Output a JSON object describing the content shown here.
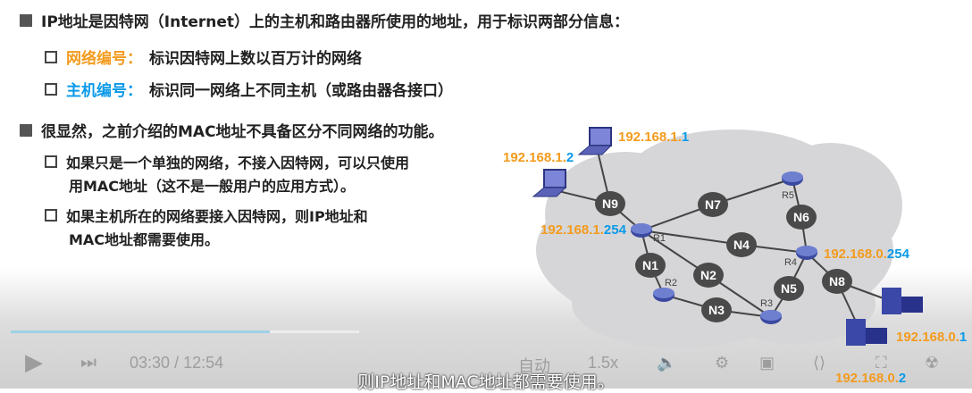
{
  "slide": {
    "bullet1": "IP地址是因特网（Internet）上的主机和路由器所使用的地址，用于标识两部分信息：",
    "sub1_label": "网络编号：",
    "sub1_text": "标识因特网上数以百万计的网络",
    "sub2_label": "主机编号：",
    "sub2_text": "标识同一网络上不同主机（或路由器各接口）",
    "bullet2": "很显然，之前介绍的MAC地址不具备区分不同网络的功能。",
    "sub3_line1": "如果只是一个单独的网络，不接入因特网，可以只使用",
    "sub3_line2": "用MAC地址（这不是一般用户的应用方式）。",
    "sub4_line1": "如果主机所在的网络要接入因特网，则IP地址和",
    "sub4_line2": "MAC地址都需要使用。"
  },
  "diagram": {
    "networks": [
      "N1",
      "N2",
      "N3",
      "N4",
      "N5",
      "N6",
      "N7",
      "N8",
      "N9"
    ],
    "routers": [
      "R1",
      "R2",
      "R3",
      "R4",
      "R5"
    ],
    "ips": {
      "h1": {
        "net": "192.168.1.",
        "host": "1"
      },
      "h2": {
        "net": "192.168.1.",
        "host": "2"
      },
      "r1": {
        "net": "192.168.1.",
        "host": "254"
      },
      "r4": {
        "net": "192.168.0.",
        "host": "254"
      },
      "h3": {
        "net": "192.168.0.",
        "host": "1"
      },
      "h4": {
        "net": "192.168.0.",
        "host": "2"
      }
    },
    "colors": {
      "network_part": "#f39b1e",
      "host_part": "#0a9ae8"
    }
  },
  "player": {
    "current_time": "03:30",
    "separator": "/",
    "duration": "12:54",
    "progress_percent": 27,
    "quality": "自动",
    "speed": "1.5x",
    "subtitle": "则IP地址和MAC地址都需要使用。"
  }
}
